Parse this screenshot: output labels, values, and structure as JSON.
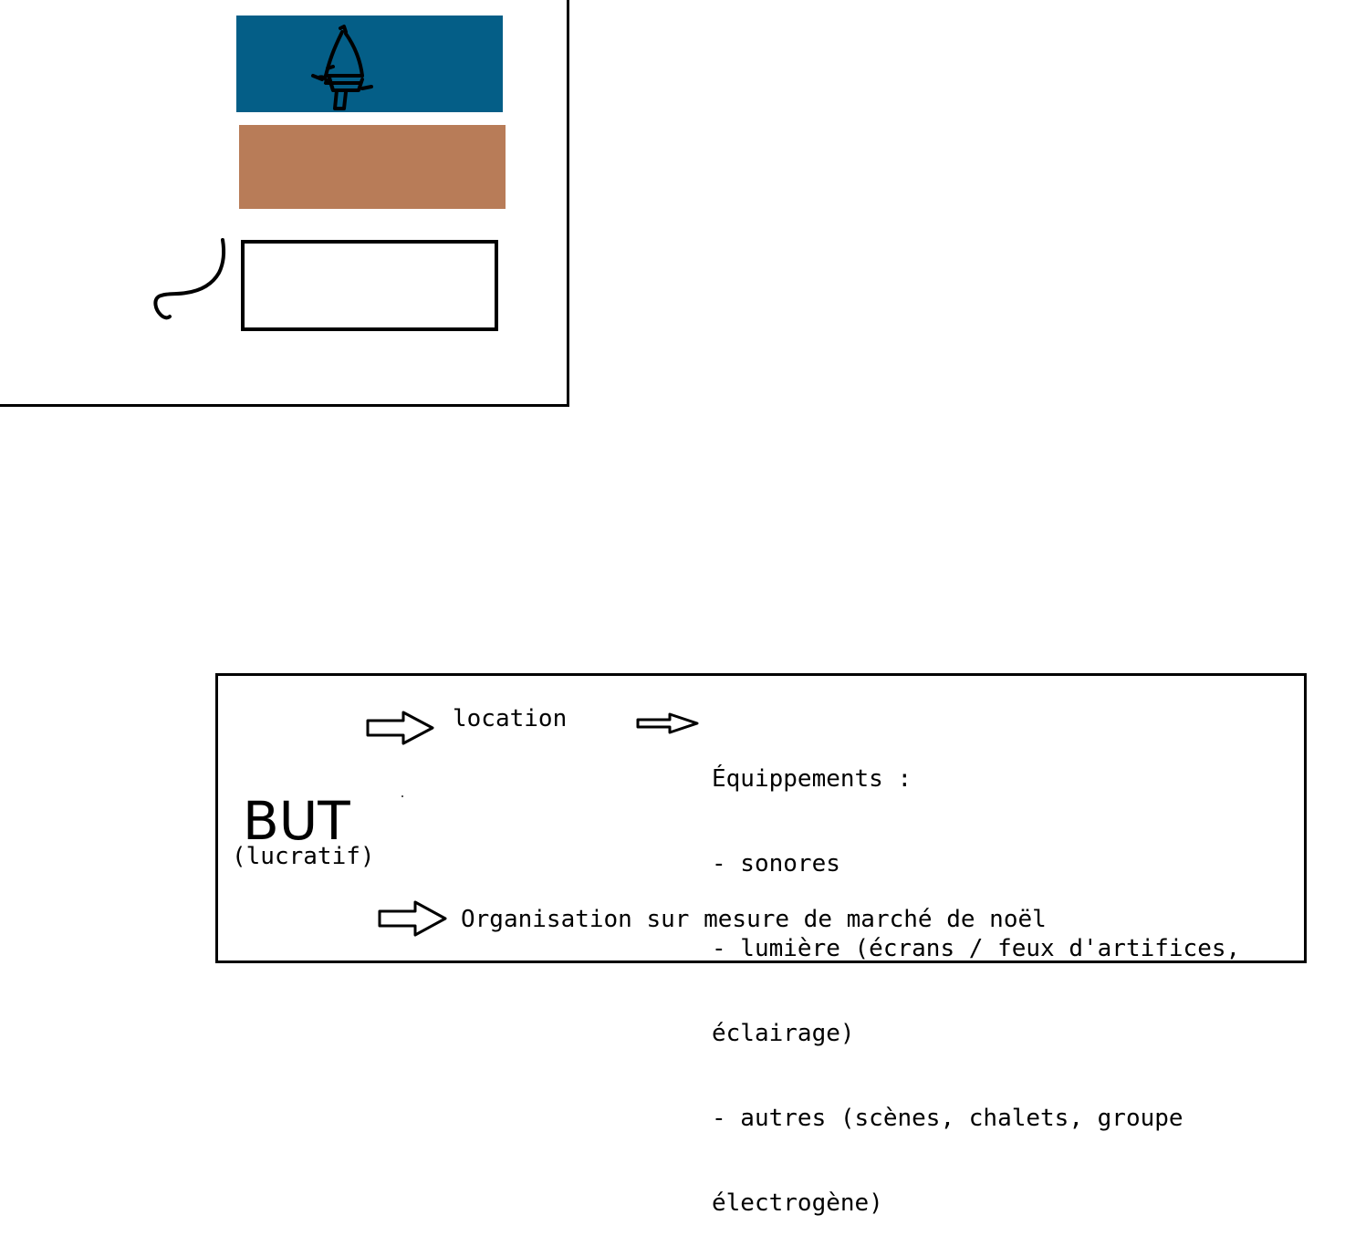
{
  "colors": {
    "blue_block": "#045e87",
    "brown_block": "#b87c58",
    "stroke": "#000000",
    "background": "#ffffff"
  },
  "sketch": {
    "blocks": [
      {
        "name": "blue-block",
        "color": "#045e87",
        "icon": "gnome-figure-icon"
      },
      {
        "name": "brown-block",
        "color": "#b87c58"
      },
      {
        "name": "outline-block",
        "color": "#ffffff",
        "icon": "hook-scribble-icon"
      }
    ]
  },
  "but": {
    "title": "BUT",
    "subtitle": "(lucratif)",
    "location": "location",
    "equipements": [
      "Équippements :",
      "- sonores",
      "- lumière (écrans / feux d'artifices,",
      "éclairage)",
      "- autres (scènes, chalets, groupe",
      "électrogène)"
    ],
    "organisation": "Organisation sur mesure de marché de noël"
  }
}
